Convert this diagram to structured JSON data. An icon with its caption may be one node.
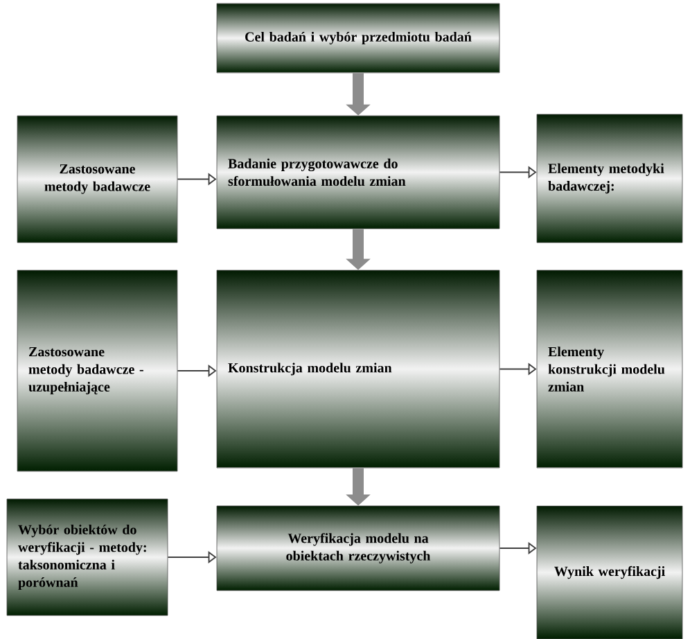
{
  "diagram": {
    "nodes": [
      {
        "text": [
          "Cel badań i wybór przedmiotu badań"
        ]
      },
      {
        "text": [
          "Zastosowane metody badawcze"
        ]
      },
      {
        "text": [
          "Badanie przygotowawcze do sformułowania modelu zmian"
        ]
      },
      {
        "text": [
          "Elementy metodyki badawczej:"
        ]
      },
      {
        "text": [
          "Zastosowane metody badawcze - uzupełniające"
        ]
      },
      {
        "text": [
          "Konstrukcja modelu zmian"
        ]
      },
      {
        "text": [
          "Elementy konstrukcji modelu zmian"
        ]
      },
      {
        "text": [
          "Wybór obiektów do weryfikacji - metody: taksonomiczna i porównań"
        ]
      },
      {
        "text": [
          "Weryfikacja modelu na obiektach rzeczywistych"
        ]
      },
      {
        "text": [
          "Wynik weryfikacji"
        ]
      }
    ],
    "edges": [
      {
        "from": 0,
        "to": 2,
        "arrow": "to",
        "style": "thick"
      },
      {
        "from": 1,
        "to": 2,
        "arrow": "to"
      },
      {
        "from": 2,
        "to": 3,
        "arrow": "to"
      },
      {
        "from": 2,
        "to": 5,
        "arrow": "to",
        "style": "thick"
      },
      {
        "from": 4,
        "to": 5,
        "arrow": "to"
      },
      {
        "from": 5,
        "to": 6,
        "arrow": "to"
      },
      {
        "from": 5,
        "to": 8,
        "arrow": "to",
        "style": "thick"
      },
      {
        "from": 7,
        "to": 8,
        "arrow": "to"
      },
      {
        "from": 8,
        "to": 9,
        "arrow": "to"
      }
    ]
  }
}
